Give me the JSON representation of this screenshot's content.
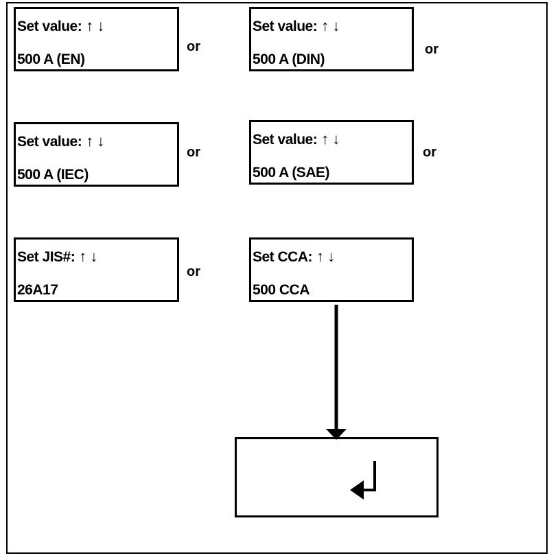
{
  "or_label": "or",
  "boxes": [
    {
      "line1": "Set value:",
      "arrows": "↑ ↓",
      "line2": "500 A (EN)"
    },
    {
      "line1": "Set value:",
      "arrows": "↑ ↓",
      "line2": "500 A (DIN)"
    },
    {
      "line1": "Set value:",
      "arrows": "↑ ↓",
      "line2": "500 A (IEC)"
    },
    {
      "line1": "Set value:",
      "arrows": "↑ ↓",
      "line2": "500 A (SAE)"
    },
    {
      "line1": "Set JIS#:",
      "arrows": "↑ ↓",
      "line2": "26A17"
    },
    {
      "line1": "Set CCA:",
      "arrows": "↑ ↓",
      "line2": "500 CCA"
    }
  ],
  "enter_box": {
    "icon": "enter-return-icon"
  }
}
